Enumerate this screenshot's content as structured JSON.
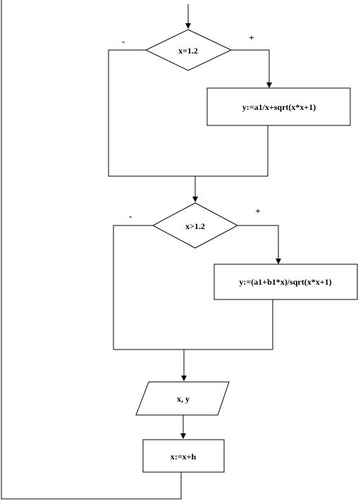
{
  "decision1": {
    "condition": "x=1.2",
    "yes_label": "+",
    "no_label": "-"
  },
  "process1": {
    "text": "y:=a1/x+sqrt(x*x+1)"
  },
  "decision2": {
    "condition": "x>1.2",
    "yes_label": "+",
    "no_label": "-"
  },
  "process2": {
    "text": "y:=(a1+b1*x)/sqrt(x*x+1)"
  },
  "output": {
    "text": "x, y"
  },
  "increment": {
    "text": "x:=x+h"
  }
}
